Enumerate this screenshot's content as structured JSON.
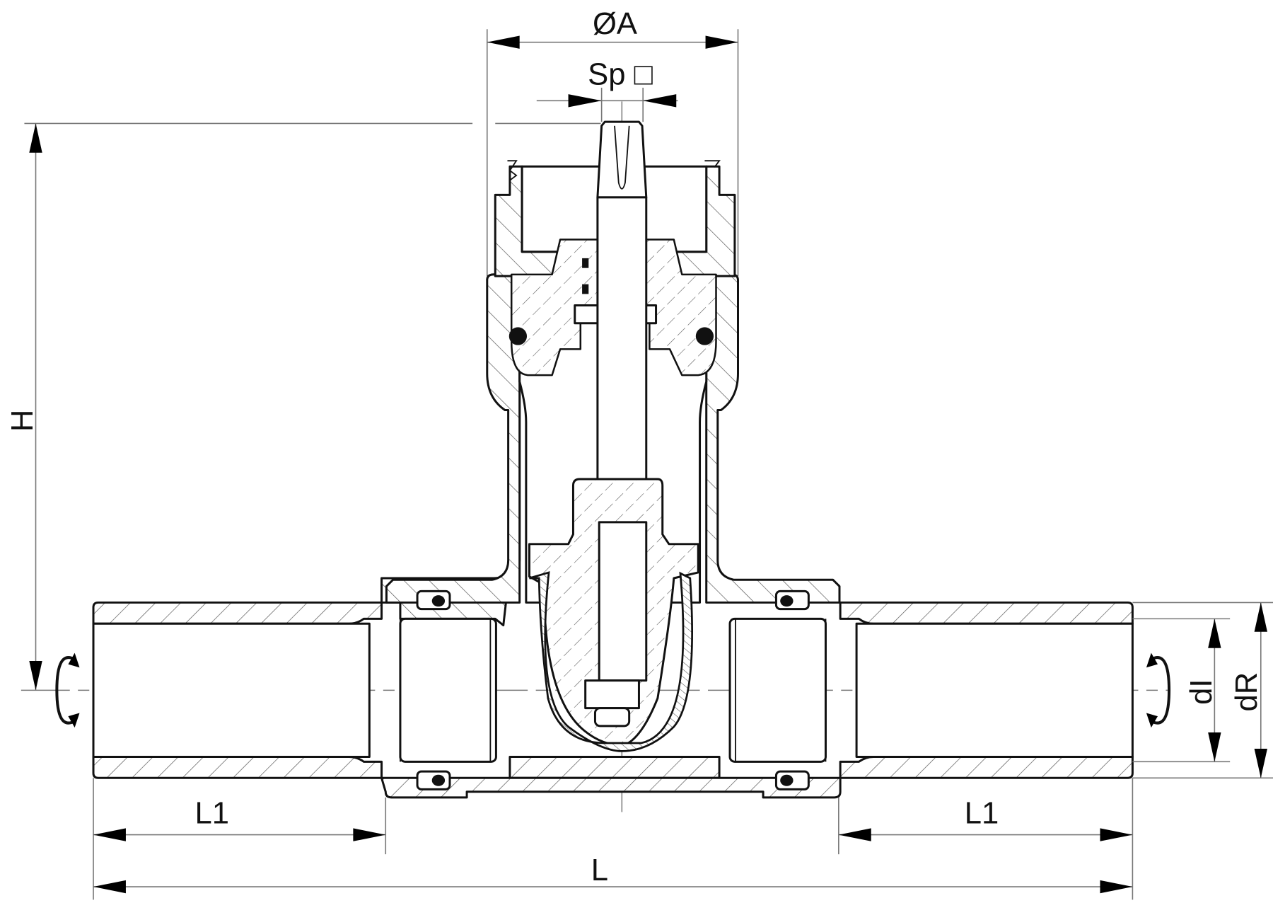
{
  "drawing": {
    "title": "Gate valve sectional view with dimension callouts",
    "labels": {
      "diameter_a": "ØA",
      "spindle_square": "Sp □",
      "height": "H",
      "length_total": "L",
      "length_left": "L1",
      "length_right": "L1",
      "inner_diameter": "dI",
      "outer_diameter": "dR"
    },
    "symbols": {
      "rotation_left": "rotation-arrow-icon",
      "rotation_right": "rotation-arrow-icon",
      "seal_rings": "o-ring",
      "centerline": "dash-dot"
    },
    "colors": {
      "line": "#111111",
      "dimension_line": "#777777",
      "background": "#ffffff"
    }
  }
}
